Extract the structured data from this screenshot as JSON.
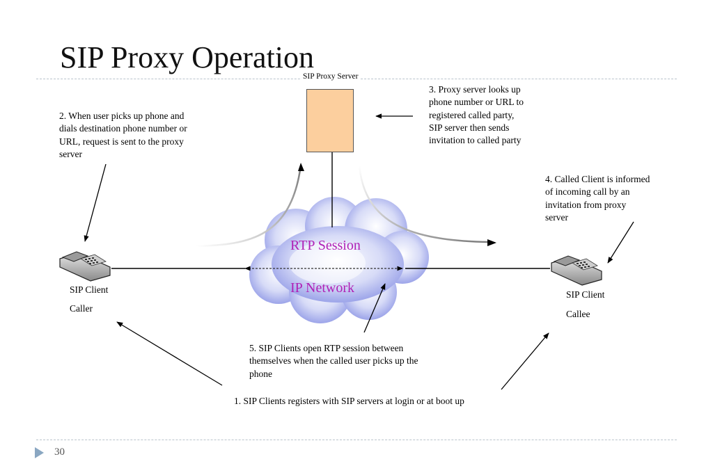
{
  "title": "SIP Proxy Operation",
  "proxy_server_label": "SIP Proxy Server",
  "cloud": {
    "rtp_label": "RTP Session",
    "network_label": "IP Network"
  },
  "caller": {
    "line1": "SIP Client",
    "line2": "Caller"
  },
  "callee": {
    "line1": "SIP Client",
    "line2": "Callee"
  },
  "steps": {
    "step1": "1. SIP Clients registers with SIP servers at login or at boot up",
    "step2": "2. When user picks up phone and\ndials destination phone number or\nURL, request is sent to the  proxy\nserver",
    "step3": "3. Proxy server looks up\nphone number or URL to\nregistered called  party,\nSIP server then sends\ninvitation to called party",
    "step4": "4. Called Client is informed\nof incoming call by an\ninvitation from proxy\nserver",
    "step5": "5. SIP Clients open RTP session between\nthemselves when the called user picks up the\nphone"
  },
  "page_number": "30",
  "colors": {
    "server_fill": "#fccf9e",
    "cloud_fill": "#c3c8f4",
    "cloud_text": "#b021b6",
    "rule": "#b9c3cc",
    "bullet": "#8aa7c2"
  }
}
